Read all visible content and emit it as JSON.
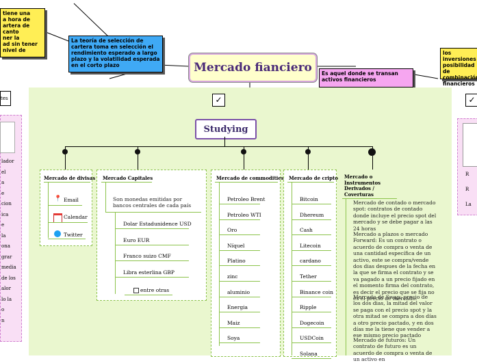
{
  "central_topic": "Mercado fianciero",
  "callouts": {
    "top_left": "tiene una\na hora de\nartera de\ncanto\nner la\nad sin tener\nnivel de",
    "blue_note": "La teoría de selección de cartera toma en selección el rendimiento esperado a largo plazo y la volatilidad esperada en el corto plazo",
    "pink_note": "Es aquel donde se transan activos financieros",
    "top_right": "los inversiones\nposibilidad de\ncombinación\nfinancieros"
  },
  "left_edge_label": "tes",
  "left_side_items": [
    "lador",
    "el",
    "a",
    "e",
    "cion",
    "ica",
    "e",
    "la",
    "ona",
    "grar",
    "media",
    "de los",
    "alor",
    "lo la",
    "o",
    "n"
  ],
  "right_side_items": [
    "R",
    "R",
    "La"
  ],
  "hub": "Studying",
  "columns": [
    {
      "title": "Mercado de divisas",
      "items": [
        "Email",
        "Calendar",
        "Twitter"
      ],
      "icons": [
        "pin-icon",
        "calendar-icon",
        "twitter-icon"
      ]
    },
    {
      "title": "Mercado Capitales",
      "intro": "Son monedas emitidas por bancos centrales de cada país",
      "items": [
        "Dolar Estadunidence USD",
        "Euro EUR",
        "Franco suizo CMF",
        "Libra esterlina GBP"
      ],
      "checkbox_label": "entre otras"
    },
    {
      "title": "Mercado de commodities",
      "items": [
        "Petroleo Brent",
        "Petroleo WTI",
        "Oro",
        "Níquel",
        "Platino",
        "zinc",
        "aluminio",
        "Energia",
        "Maiz",
        "Soya"
      ]
    },
    {
      "title": "Mercado de cripto",
      "items": [
        "Bitcoin",
        "Dhereum",
        "Cash",
        "Litecoin",
        "cardano",
        "Tether",
        "Binance coin",
        "Ripple",
        "Dogecoin",
        "USDCoin",
        "Solana"
      ]
    },
    {
      "title": "Mercado o Instrumentos Derivados / Coverturas",
      "paragraphs": [
        "Mercado de contado o mercado spot: contratos de contado donde incluye el precio spot del mercado y se debe pagar a las 24 horas",
        "Mercado a plazos o mercado Forward: Es un contrato o acuerdo de compra o venta de una cantidad específica de un activo, este se compra/vende dos dias despues de la fecha en la que se firma el contrato y se va pagado a un precio fijado en el momento firma del contrato, es decir el precio que se fija no es el precio de mercado.",
        "Mercado de Swap: precio de los dos dias, la mitad del valor se paga con el precio spot y la otra mitad se compra a dos días a otro precio pactado, y en dos días me la tiene que vender a ese mismo precio pactado",
        "Mercado de futuros: Un contrato de futuro es un acuerdo de compra o venta de un activo en"
      ]
    }
  ]
}
